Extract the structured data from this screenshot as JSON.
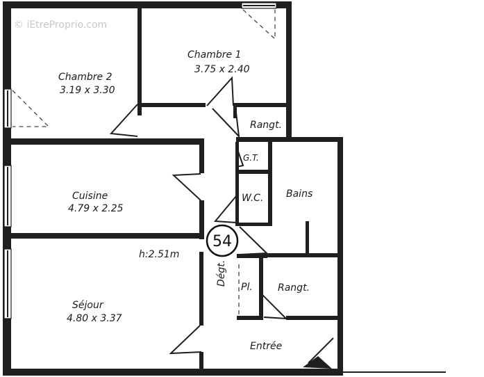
{
  "watermark": "© iEtreProprio.com",
  "plan_number": "54",
  "ceiling_height": "h:2.51m",
  "rooms": {
    "chambre1": {
      "name": "Chambre 1",
      "dims": "3.75 x 2.40"
    },
    "chambre2": {
      "name": "Chambre 2",
      "dims": "3.19 x 3.30"
    },
    "cuisine": {
      "name": "Cuisine",
      "dims": "4.79 x 2.25"
    },
    "sejour": {
      "name": "Séjour",
      "dims": "4.80 x 3.37"
    },
    "rangt_top": {
      "name": "Rangt."
    },
    "gt": {
      "name": "G.T."
    },
    "wc": {
      "name": "W.C."
    },
    "bains": {
      "name": "Bains"
    },
    "degt": {
      "name": "Dégt."
    },
    "pl": {
      "name": "Pl."
    },
    "rangt_bottom": {
      "name": "Rangt."
    },
    "entree": {
      "name": "Entrée"
    }
  }
}
